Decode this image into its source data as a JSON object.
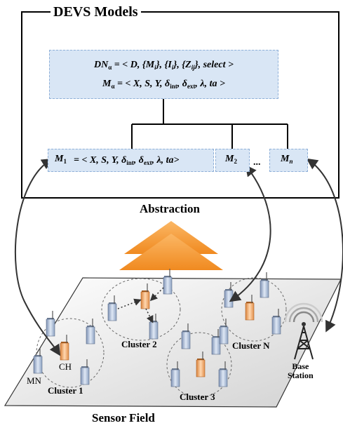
{
  "frame": {
    "title": "DEVS Models"
  },
  "coupled_model": {
    "dn_label": "DN",
    "dn_sub": "α",
    "dn_body": " = < D,  {M",
    "dn_i": "i",
    "dn_mid1": "},  {I",
    "dn_mid2": "},  {Z",
    "dn_ij": "ij",
    "dn_tail": "}, select >",
    "ma_label": "M",
    "ma_sub": "α",
    "ma_body": " = < X,  S,  Y,  δ",
    "int": "int",
    "ma_mid": ",  δ",
    "ext": "ext",
    "ma_tail": ",  λ,  ta >"
  },
  "atomic_models": {
    "m1_label": "M",
    "m1_sub": "1",
    "m1_body": " = < X,  S, Y,  δ",
    "int": "int",
    "mid": ",  δ",
    "ext": "ext",
    "tail": ",  λ,  ta>",
    "m2_label": "M",
    "m2_sub": "2",
    "mn_label": "M",
    "mn_sub": "n",
    "ellipsis": "..."
  },
  "abstraction_label": "Abstraction",
  "sensor_field": {
    "title": "Sensor Field",
    "cluster_1": "Cluster 1",
    "cluster_2": "Cluster 2",
    "cluster_3": "Cluster 3",
    "cluster_n": "Cluster N",
    "ch_label": "CH",
    "mn_label": "MN",
    "base_station_line1": "Base",
    "base_station_line2": "Station"
  },
  "colors": {
    "box_fill": "#d9e6f5",
    "arrow_orange": "#f39a33",
    "node_blue": "#9fb6d8",
    "node_orange": "#f4a460"
  }
}
